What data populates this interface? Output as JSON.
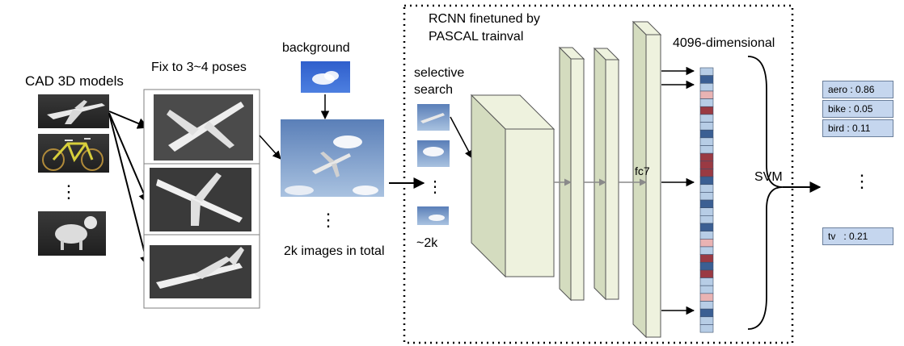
{
  "labels": {
    "cad_models": "CAD 3D models",
    "fix_poses": "Fix to 3~4 poses",
    "background": "background",
    "images_total": "2k images in total",
    "selective_search_1": "selective",
    "selective_search_2": "search",
    "two_k": "~2k",
    "rcnn_title_1": "RCNN finetuned by",
    "rcnn_title_2": "PASCAL trainval",
    "fc7": "fc7",
    "feature_dim": "4096-dimensional",
    "svm": "SVM"
  },
  "scores": [
    {
      "text": "aero : 0.86"
    },
    {
      "text": "bike : 0.05"
    },
    {
      "text": "bird : 0.11"
    },
    {
      "text": "tv   : 0.21"
    }
  ],
  "ellipsis": "⋮",
  "colors": {
    "layer_fill": "#eef2de",
    "vector_light": "#b7cde6",
    "vector_dark": "#3b5f93",
    "vector_red": "#9a3a43",
    "vector_pink": "#e9b3b3",
    "sky": "#6f93c4"
  }
}
